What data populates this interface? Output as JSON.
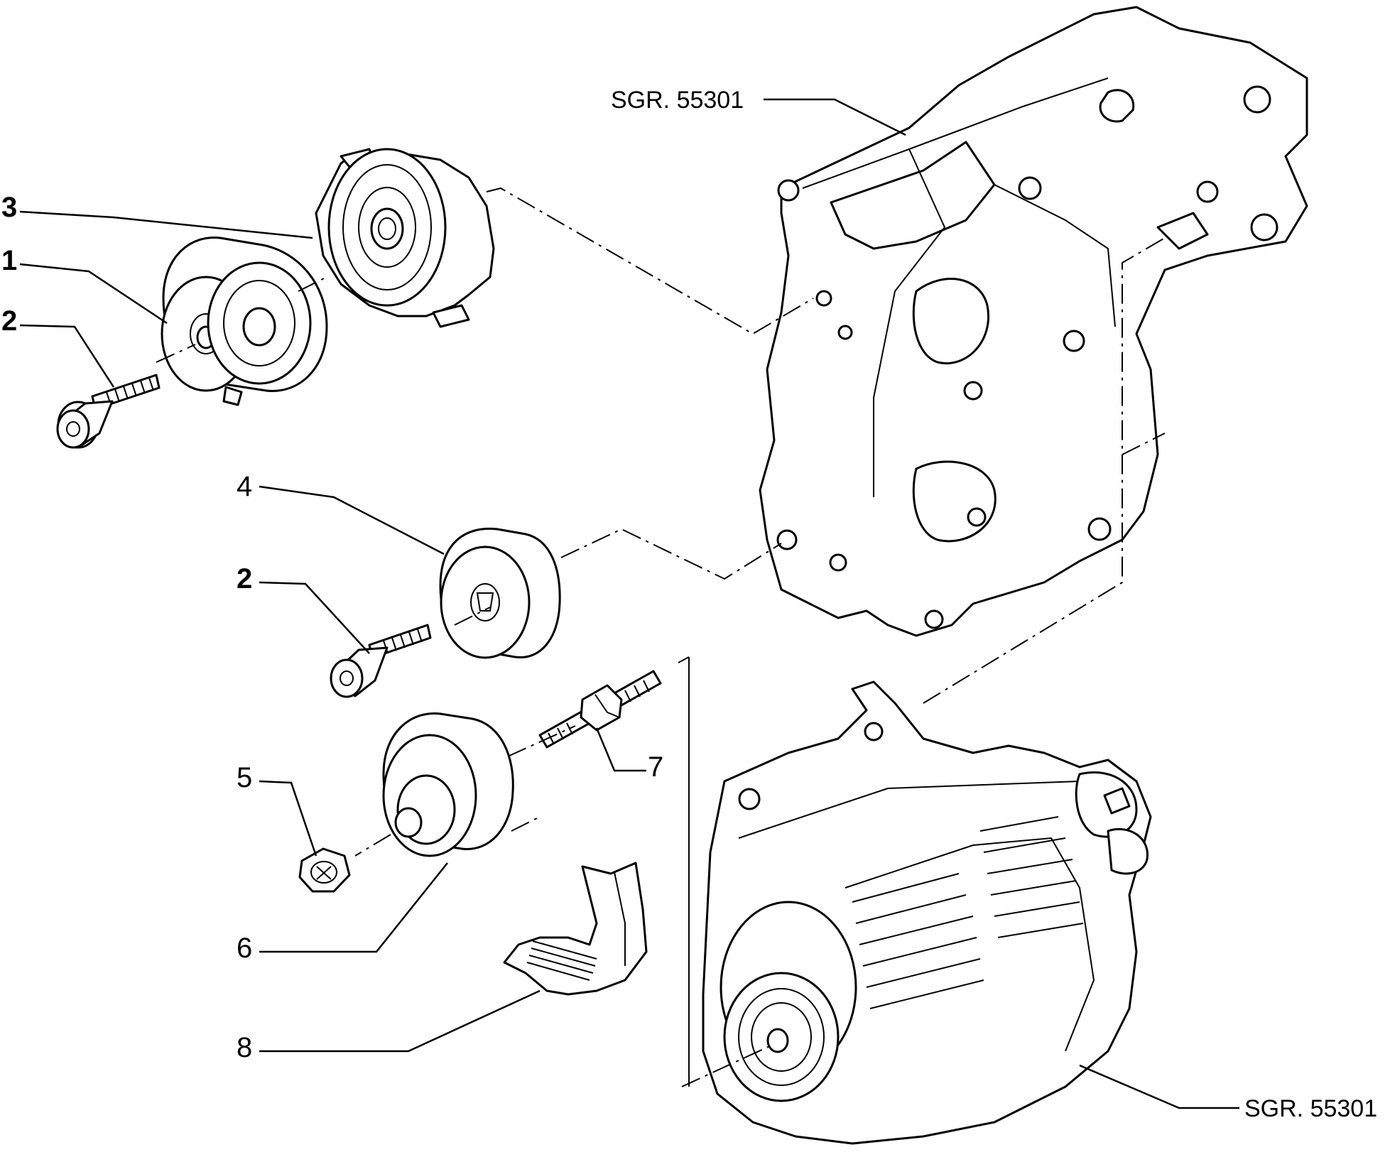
{
  "callouts": [
    {
      "id": "1",
      "text": "1",
      "bold": true
    },
    {
      "id": "2a",
      "text": "2",
      "bold": true
    },
    {
      "id": "2b",
      "text": "2",
      "bold": true
    },
    {
      "id": "3",
      "text": "3",
      "bold": true
    },
    {
      "id": "4",
      "text": "4",
      "bold": false
    },
    {
      "id": "5",
      "text": "5",
      "bold": false
    },
    {
      "id": "6",
      "text": "6",
      "bold": false
    },
    {
      "id": "7",
      "text": "7",
      "bold": false
    },
    {
      "id": "8",
      "text": "8",
      "bold": false
    }
  ],
  "references": {
    "bracket_ref": "SGR. 55301",
    "alternator_ref": "SGR. 55301"
  },
  "parts": {
    "part_1_icon": "idler-pulley-icon",
    "part_2_icon": "socket-head-bolt-icon",
    "part_3_icon": "belt-tensioner-icon",
    "part_4_icon": "guide-pulley-icon",
    "part_5_icon": "hex-nut-icon",
    "part_6_icon": "pulley-icon",
    "part_7_icon": "stud-bolt-icon",
    "part_8_icon": "ribbed-belt-icon",
    "bracket_icon": "mounting-bracket-icon",
    "alternator_icon": "alternator-icon"
  }
}
